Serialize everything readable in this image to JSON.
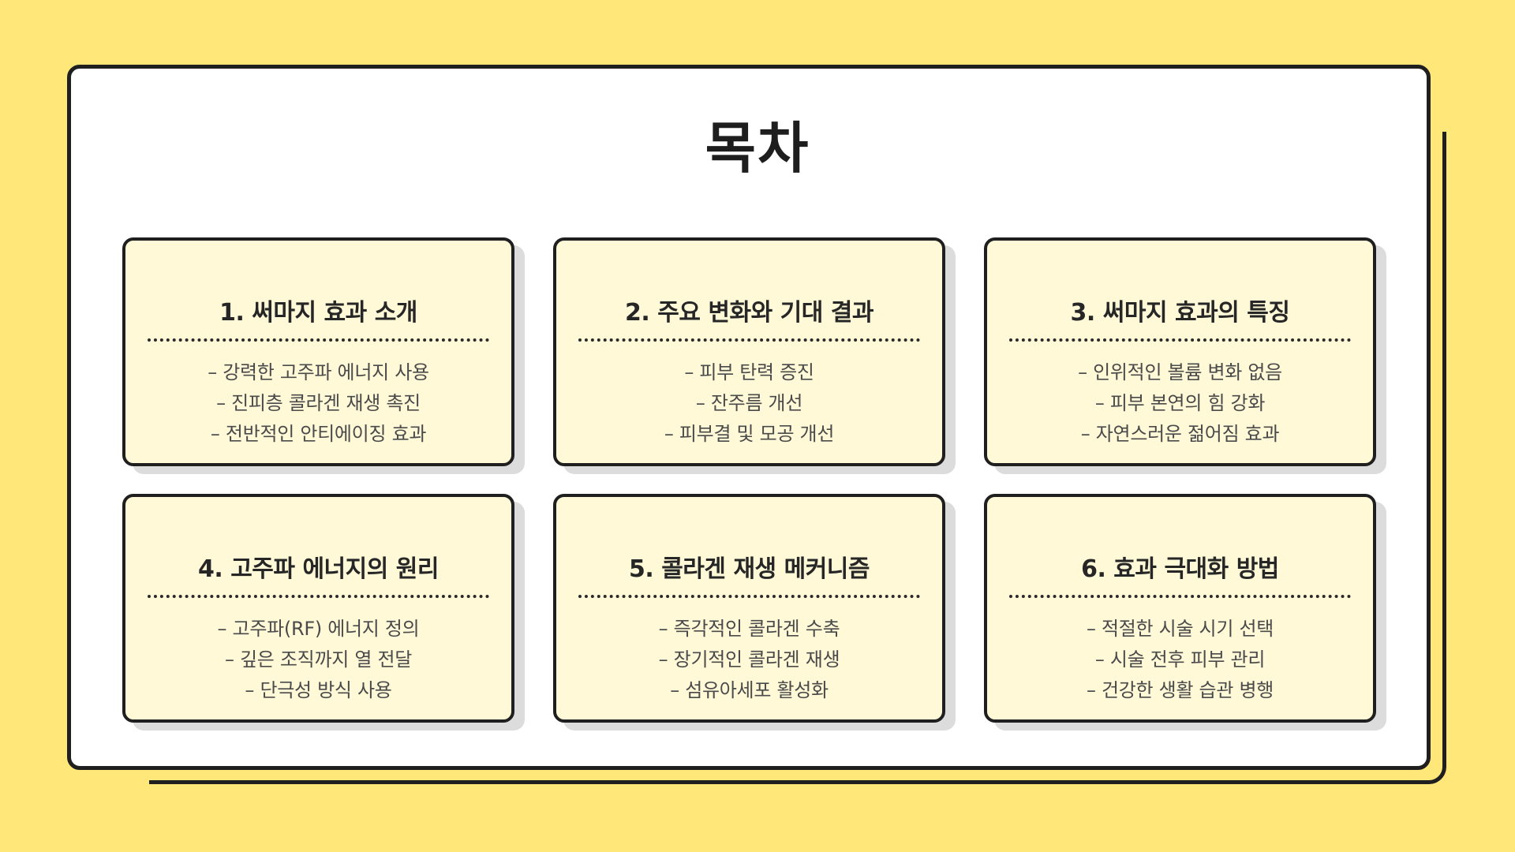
{
  "title": "목차",
  "cards": [
    {
      "title": "1. 써마지 효과 소개",
      "items": [
        "– 강력한 고주파 에너지 사용",
        "– 진피층 콜라겐 재생 촉진",
        "– 전반적인 안티에이징 효과"
      ]
    },
    {
      "title": "2. 주요 변화와 기대 결과",
      "items": [
        "– 피부 탄력 증진",
        "– 잔주름 개선",
        "– 피부결 및 모공 개선"
      ]
    },
    {
      "title": "3. 써마지 효과의 특징",
      "items": [
        "– 인위적인 볼륨 변화 없음",
        "– 피부 본연의 힘 강화",
        "– 자연스러운 젊어짐 효과"
      ]
    },
    {
      "title": "4. 고주파 에너지의 원리",
      "items": [
        "– 고주파(RF) 에너지 정의",
        "– 깊은 조직까지 열 전달",
        "– 단극성 방식 사용"
      ]
    },
    {
      "title": "5. 콜라겐 재생 메커니즘",
      "items": [
        "– 즉각적인 콜라겐 수축",
        "– 장기적인 콜라겐 재생",
        "– 섬유아세포 활성화"
      ]
    },
    {
      "title": "6. 효과 극대화 방법",
      "items": [
        "– 적절한 시술 시기 선택",
        "– 시술 전후 피부 관리",
        "– 건강한 생활 습관 병행"
      ]
    }
  ]
}
